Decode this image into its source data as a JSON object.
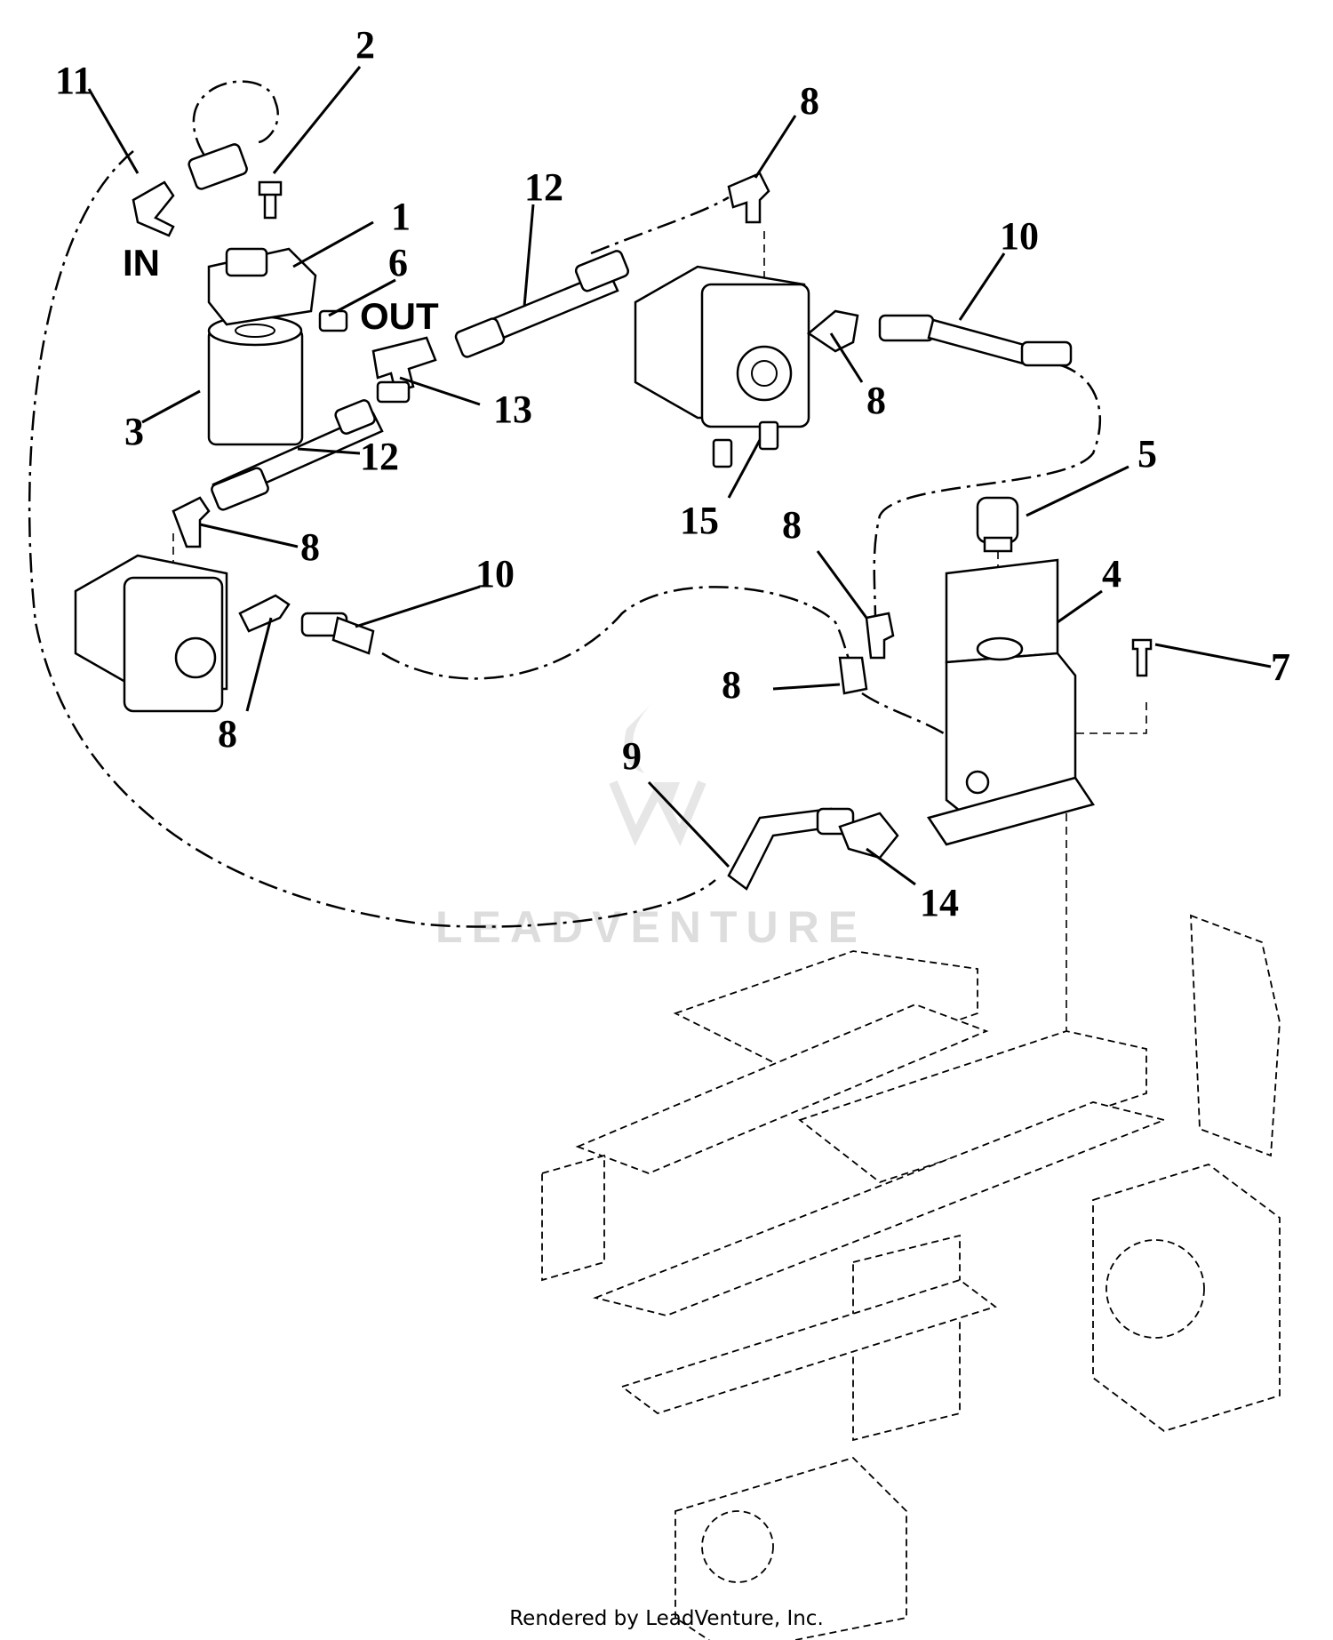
{
  "callouts": [
    "11",
    "2",
    "1",
    "6",
    "12",
    "8",
    "10",
    "3",
    "13",
    "12",
    "8",
    "15",
    "5",
    "8",
    "8",
    "4",
    "7",
    "10",
    "8",
    "8",
    "9",
    "14"
  ],
  "port_labels": {
    "in": "IN",
    "out": "OUT"
  },
  "watermark": "LEADVENTURE",
  "footer": "Rendered by LeadVenture, Inc."
}
